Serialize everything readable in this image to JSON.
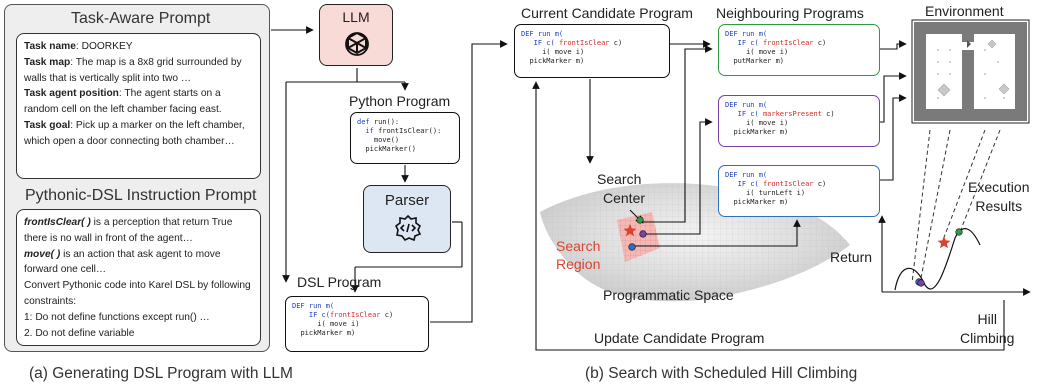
{
  "prompt_panel": {
    "title": "Task-Aware Prompt",
    "task_name_key": "Task name",
    "task_name_val": ": DOORKEY",
    "task_map_key": "Task map",
    "task_map_val": ": The map is a 8x8 grid surrounded by walls that is vertically split into two …",
    "task_pos_key": "Task agent position",
    "task_pos_val": ": The agent starts on a random cell on the left chamber facing east.",
    "task_goal_key": "Task goal",
    "task_goal_val": ": Pick up a marker on the left chamber, which open a door connecting both chamber…",
    "dsl_title": "Pythonic-DSL Instruction Prompt",
    "dsl_l1_key": "frontIsClear( )",
    "dsl_l1_val": " is a perception that return True there is no wall in front of the agent…",
    "dsl_l2_key": "move( )",
    "dsl_l2_val": " is an action that ask agent to move forward one cell…",
    "dsl_l3": "Convert Pythonic code into Karel DSL by following constraints:",
    "dsl_l4": "1: Do not define functions except run() …",
    "dsl_l5": "2. Do not define variable"
  },
  "llm": {
    "label": "LLM",
    "icon": "openai-icon"
  },
  "python_program": {
    "label": "Python Program",
    "code": [
      {
        "kw": "def ",
        "tx": "run():"
      },
      {
        "kw": "  if ",
        "tx": "frontIsClear():"
      },
      {
        "kw": "",
        "tx": "    move()"
      },
      {
        "kw": "",
        "tx": "  pickMarker()"
      }
    ]
  },
  "parser": {
    "label": "Parser",
    "icon": "code-brackets-icon"
  },
  "dsl_program": {
    "label": "DSL Program",
    "line1": "DEF run m(",
    "line2a": "IF c(",
    "line2b": "frontIsClear",
    "line2c": " c)",
    "line3": "i( move i)",
    "line4": "pickMarker m)"
  },
  "current_candidate": {
    "label": "Current Candidate Program",
    "line1": "DEF run m(",
    "line2a": "IF c( ",
    "line2b": "frontIsClear",
    "line2c": " c)",
    "line3": "i( move i)",
    "line4": "pickMarker m)"
  },
  "neighbours": {
    "label": "Neighbouring Programs",
    "programs": [
      {
        "color": "#2e9a44",
        "line2b": "frontIsClear",
        "line3": "i( move i)",
        "line4": "putMarker m)"
      },
      {
        "color": "#7a3fa8",
        "line2b": "markersPresent",
        "line3": "i( move i)",
        "line4": "pickMarker m)"
      },
      {
        "color": "#2f6fbe",
        "line2b": "frontIsClear",
        "line3": "i( turnLeft i)",
        "line4": "pickMarker m)"
      }
    ],
    "line1": "DEF run m(",
    "line2a": "IF c( ",
    "line2c": " c)"
  },
  "environment": {
    "label": "Environment"
  },
  "search_center": {
    "line1": "Search",
    "line2": "Center"
  },
  "search_region": {
    "line1": "Search",
    "line2": "Region",
    "color": "#d9442e"
  },
  "programmatic_space": "Programmatic Space",
  "execution_results": {
    "line1": "Execution",
    "line2": "Results"
  },
  "return_label": "Return",
  "hill_climbing": {
    "line1": "Hill",
    "line2": "Climbing"
  },
  "update_candidate": "Update Candidate Program",
  "captions": {
    "a": "(a) Generating DSL Program with LLM",
    "b": "(b) Search with Scheduled Hill Climbing"
  },
  "colors": {
    "keyword": "#1f3fbf",
    "perception": "#d62b2b",
    "llm_fill": "#f8dad6",
    "parser_fill": "#dde7f3",
    "green": "#2e9a44",
    "purple": "#7a3fa8",
    "blue": "#2f6fbe"
  }
}
